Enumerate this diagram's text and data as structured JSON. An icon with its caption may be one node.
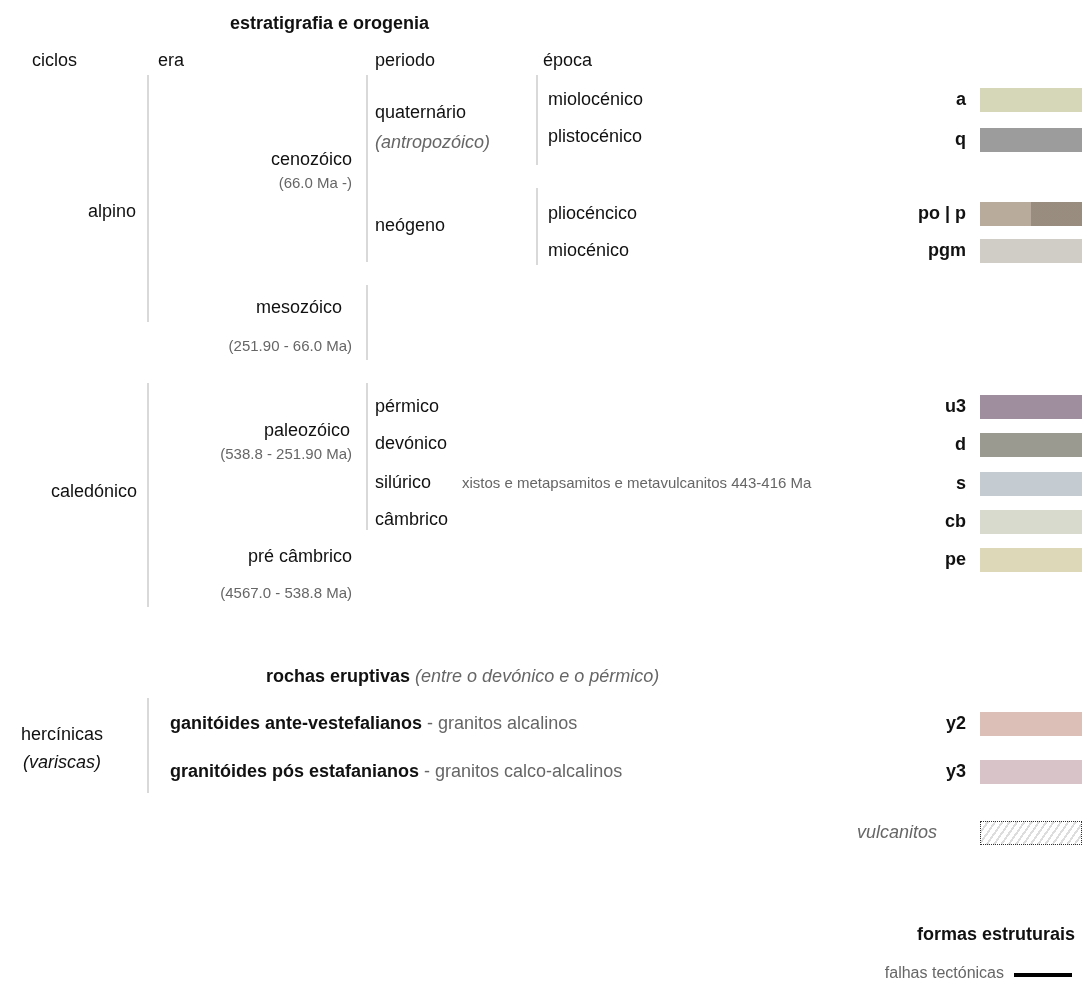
{
  "diagram": {
    "title": "estratigrafia e orogenia",
    "labels": [
      "ciclos",
      "era",
      "periodo",
      "época",
      "miolocénico",
      "quaternário",
      "(antropozóico)",
      "plistocénico",
      "cenozóico",
      "(66.0 Ma -)",
      "alpino",
      "pliocéncico",
      "neógeno",
      "miocénico",
      "mesozóico",
      "(251.90 - 66.0 Ma)",
      "pérmico",
      "paleozóico",
      "(538.8 - 251.90 Ma)",
      "devónico",
      "caledónico",
      "silúrico",
      "xistos e metapsamitos e metavulcanitos 443-416 Ma",
      "câmbrico",
      "pré câmbrico",
      "(4567.0 - 538.8 Ma)",
      "**rochas eruptivas** *(entre o devónico e o pérmico)*",
      "hercínicas",
      "**ganitóides ante-vestefalianos** - granitos alcalinos",
      "(variscas)",
      "**granitóides pós estafanianos** - granitos calco-alcalinos",
      "formas estruturais"
    ],
    "legend": [
      {
        "text": "a",
        "color": "#d6d6b8"
      },
      {
        "text": "q",
        "color": "#9c9c9c"
      },
      {
        "text": "po | p",
        "color": "#b8ab9c"
      },
      {
        "text": "pgm",
        "color": "#d0ccc6"
      },
      {
        "text": "u3",
        "color": "#9e8e9e"
      },
      {
        "text": "d",
        "color": "#9a9a90"
      },
      {
        "text": "s",
        "color": "#c4ccd2"
      },
      {
        "text": "cb",
        "color": "#d8dacd"
      },
      {
        "text": "pe",
        "color": "#ddd8b8"
      },
      {
        "text": "y2",
        "color": "#dcc0b8"
      },
      {
        "text": "y3",
        "color": "#d8c4c8"
      },
      {
        "text": "vulcanitos"
      },
      {
        "text": "falhas tectónicas"
      }
    ]
  }
}
